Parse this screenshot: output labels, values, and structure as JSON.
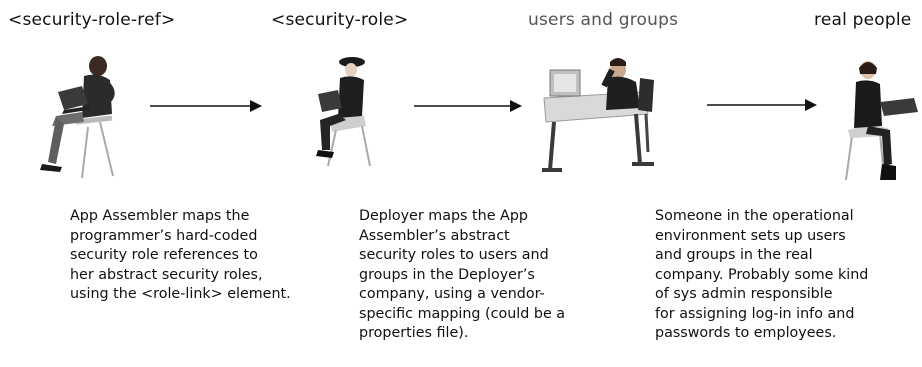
{
  "stages": [
    {
      "label": "<security-role-ref>",
      "description": "App Assembler maps the\nprogrammer’s hard-coded\nsecurity role references to\nher abstract security roles,\nusing the <role-link> element."
    },
    {
      "label": "<security-role>",
      "description": "Deployer maps the App\nAssembler’s abstract\nsecurity roles to users and\ngroups in the Deployer’s\ncompany, using a vendor-\nspecific mapping (could be a\nproperties file)."
    },
    {
      "label": "users and groups",
      "description": ""
    },
    {
      "label": "real people",
      "description": "Someone in the operational\nenvironment sets up users\nand groups in the real\ncompany. Probably some kind\nof sys admin responsible\nfor assigning log-in info and\npasswords to employees."
    }
  ],
  "figures": [
    {
      "icon": "man-with-laptop-in-chair-icon"
    },
    {
      "icon": "woman-in-hat-with-laptop-icon"
    },
    {
      "icon": "man-at-desk-on-phone-icon"
    },
    {
      "icon": "woman-with-laptop-icon"
    }
  ]
}
